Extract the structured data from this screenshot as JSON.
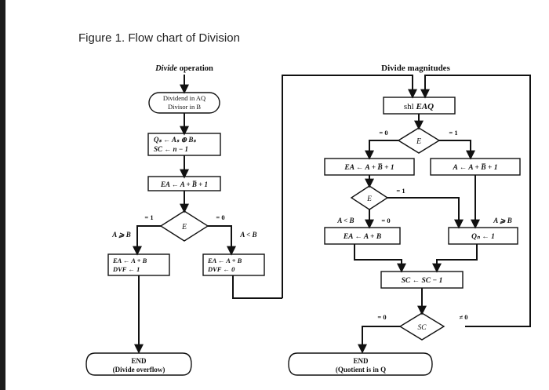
{
  "figure": {
    "title": "Figure 1. Flow chart of Division"
  },
  "chart_data": {
    "type": "diagram",
    "title": "Figure 1. Flow chart of Division",
    "diagram_kind": "flowchart",
    "columns": [
      {
        "name": "Divide operation",
        "heading": "Divide operation"
      },
      {
        "name": "Divide magnitudes",
        "heading": "Divide magnitudes"
      }
    ],
    "nodes": [
      {
        "id": "start",
        "shape": "terminator",
        "lines": [
          "Dividend in AQ",
          "Divisor in B"
        ]
      },
      {
        "id": "init",
        "shape": "process",
        "lines": [
          "Qₛ ← Aₛ ⊕ Bₛ",
          "SC ← n − 1"
        ]
      },
      {
        "id": "sub1",
        "shape": "process",
        "lines": [
          "EA ← A + B̅ + 1"
        ]
      },
      {
        "id": "e1",
        "shape": "decision",
        "lines": [
          "E"
        ]
      },
      {
        "id": "ovf",
        "shape": "process",
        "lines": [
          "EA ← A + B",
          "DVF ← 1"
        ]
      },
      {
        "id": "noovf",
        "shape": "process",
        "lines": [
          "EA ← A + B",
          "DVF ← 0"
        ]
      },
      {
        "id": "end-left",
        "shape": "terminator",
        "lines": [
          "END",
          "(Divide overflow)"
        ]
      },
      {
        "id": "shl",
        "shape": "process",
        "lines": [
          "shl EAQ"
        ]
      },
      {
        "id": "e2",
        "shape": "decision",
        "lines": [
          "E"
        ]
      },
      {
        "id": "subEA",
        "shape": "process",
        "lines": [
          "EA ← A + B̅ + 1"
        ]
      },
      {
        "id": "subA",
        "shape": "process",
        "lines": [
          "A ← A + B̅ + 1"
        ]
      },
      {
        "id": "e3",
        "shape": "decision",
        "lines": [
          "E"
        ]
      },
      {
        "id": "restore",
        "shape": "process",
        "lines": [
          "EA ← A + B"
        ]
      },
      {
        "id": "qn",
        "shape": "process",
        "lines": [
          "Qₙ ← 1"
        ]
      },
      {
        "id": "dec",
        "shape": "process",
        "lines": [
          "SC ← SC − 1"
        ]
      },
      {
        "id": "sc",
        "shape": "decision",
        "lines": [
          "SC"
        ]
      },
      {
        "id": "end-right",
        "shape": "terminator",
        "lines": [
          "END",
          "(Quotient is in Q"
        ]
      }
    ],
    "edge_labels": [
      {
        "from": "e1",
        "label": "= 1",
        "side": "left"
      },
      {
        "from": "e1",
        "label": "= 0",
        "side": "right"
      },
      {
        "from": "e1",
        "label": "A ⩾ B",
        "side": "left-lower"
      },
      {
        "from": "e1",
        "label": "A < B",
        "side": "right-lower"
      },
      {
        "from": "e2",
        "label": "= 0",
        "side": "left"
      },
      {
        "from": "e2",
        "label": "= 1",
        "side": "right"
      },
      {
        "from": "e3",
        "label": "= 1",
        "side": "right"
      },
      {
        "from": "e3",
        "label": "= 0",
        "side": "below"
      },
      {
        "from": "e3",
        "label": "A < B",
        "side": "below-left"
      },
      {
        "from": "e3",
        "label": "A ⩾ B",
        "side": "right-lower"
      },
      {
        "from": "sc",
        "label": "= 0",
        "side": "left"
      },
      {
        "from": "sc",
        "label": "≠ 0",
        "side": "right"
      }
    ]
  },
  "left_column": {
    "heading_italic": "Divide",
    "heading_rest": " operation",
    "start": {
      "line1": "Dividend in AQ",
      "line2": "Divisor in B"
    },
    "init": {
      "line1": "Qₛ ← Aₛ ⊕ Bₛ",
      "line2": "SC ← n − 1"
    },
    "sub": {
      "line1": "EA ← A + B̅ + 1"
    },
    "decision": {
      "label": "E",
      "left_value": "= 1",
      "right_value": "= 0",
      "left_cond": "A ⩾ B",
      "right_cond": "A < B"
    },
    "overflow_box": {
      "line1": "EA ← A + B",
      "line2": "DVF ← 1"
    },
    "no_overflow_box": {
      "line1": "EA ← A + B",
      "line2": "DVF ← 0"
    },
    "end": {
      "line1": "END",
      "line2": "(Divide overflow)"
    }
  },
  "right_column": {
    "heading": "Divide magnitudes",
    "shl": {
      "prefix": "shl ",
      "operand": "EAQ"
    },
    "decision_e2": {
      "label": "E",
      "left_value": "= 0",
      "right_value": "= 1"
    },
    "sub_ea": {
      "line1": "EA ← A + B̅ + 1"
    },
    "sub_a": {
      "line1": "A ← A + B̅ + 1"
    },
    "decision_e3": {
      "label": "E",
      "right_value": "= 1",
      "down_value": "= 0",
      "left_cond": "A < B",
      "right_cond": "A ⩾ B"
    },
    "restore_box": {
      "line1": "EA ← A + B"
    },
    "qn_box": {
      "line1": "Qₙ ← 1"
    },
    "sc_box": {
      "line1": "SC ← SC − 1"
    },
    "decision_sc": {
      "label": "SC",
      "left_value": "= 0",
      "right_value": "≠ 0"
    },
    "end": {
      "line1": "END",
      "line2": "(Quotient is in Q"
    }
  },
  "colors": {
    "ink": "#111111",
    "paper": "#ffffff",
    "edge_bar": "#1c1c1c",
    "title": "#222222"
  }
}
